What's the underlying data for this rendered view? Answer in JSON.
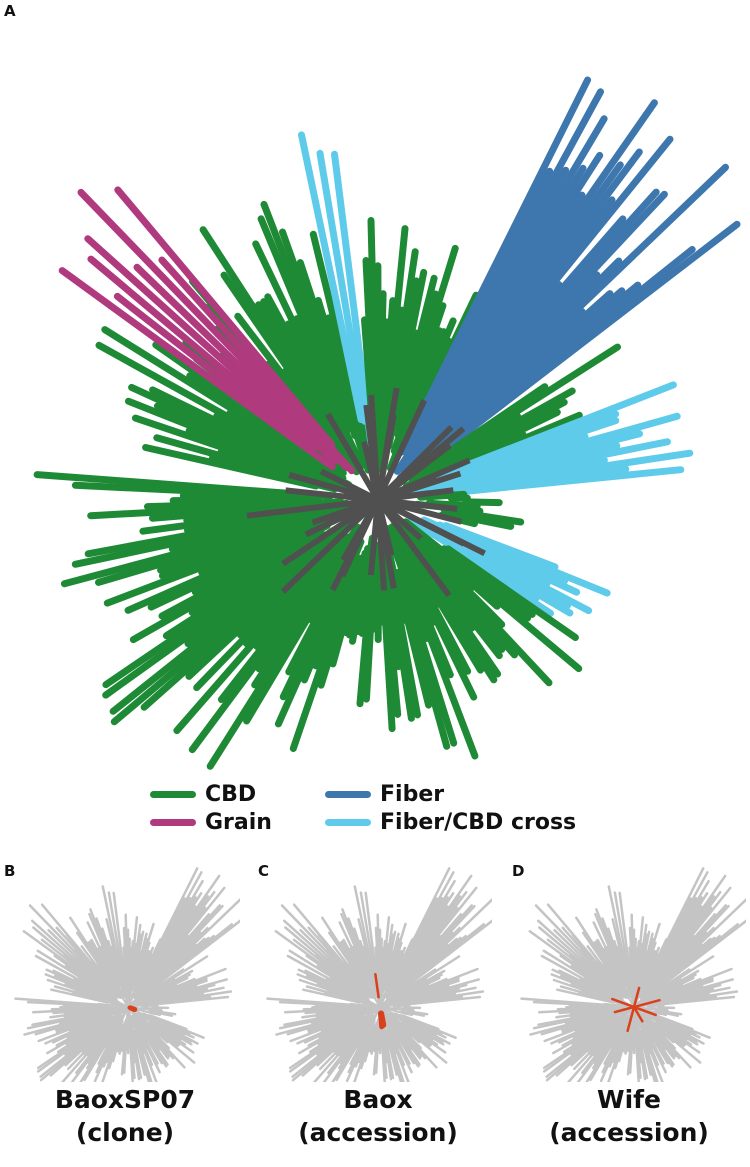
{
  "panels": {
    "a": {
      "letter": "A"
    },
    "b": {
      "letter": "B",
      "caption_line1": "BaoxSP07",
      "caption_line2": "(clone)"
    },
    "c": {
      "letter": "C",
      "caption_line1": "Baox",
      "caption_line2": "(accession)"
    },
    "d": {
      "letter": "D",
      "caption_line1": "Wife",
      "caption_line2": "(accession)"
    }
  },
  "legend": {
    "items": [
      {
        "label": "CBD",
        "color": "#1e8a35"
      },
      {
        "label": "Grain",
        "color": "#b03a7e"
      },
      {
        "label": "Fiber",
        "color": "#3d77ad"
      },
      {
        "label": "Fiber/CBD cross",
        "color": "#5ecbeb"
      }
    ]
  },
  "colors": {
    "internal_branch": "#505050",
    "small_tree_branch": "#c4c4c4",
    "highlight": "#d9411c"
  }
}
